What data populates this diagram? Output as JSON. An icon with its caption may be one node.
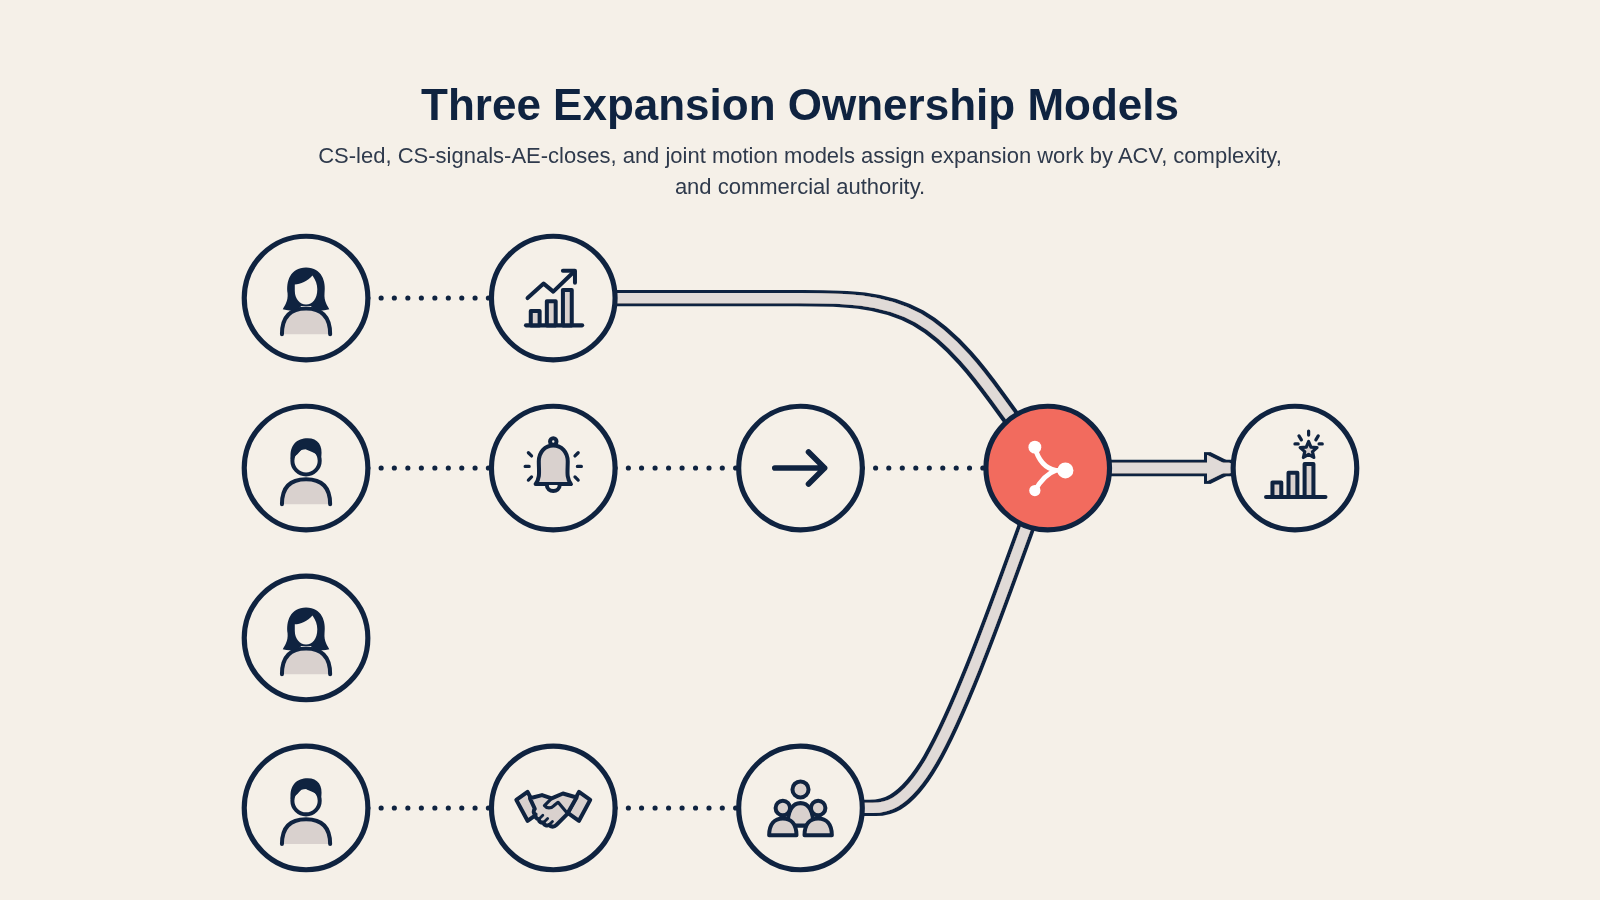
{
  "diagram": {
    "title": "Three Expansion Ownership Models",
    "caption": "CS-led, CS-signals-AE-closes, and joint motion models assign expansion work by ACV, complexity, and commercial authority.",
    "nodes": [
      {
        "text": [],
        "shape": "circle"
      },
      {
        "text": [],
        "shape": "circle"
      },
      {
        "text": [],
        "shape": "circle"
      },
      {
        "text": [],
        "shape": "circle"
      },
      {
        "text": [],
        "shape": "circle"
      },
      {
        "text": [],
        "shape": "circle"
      },
      {
        "text": [],
        "shape": "circle"
      },
      {
        "text": [],
        "shape": "circle"
      },
      {
        "text": [],
        "shape": "circle"
      },
      {
        "text": [],
        "shape": "circle"
      },
      {
        "text": [],
        "shape": "circle"
      }
    ],
    "edges": [
      {
        "from": 0,
        "to": 1,
        "arrow": "none",
        "style": "dashed"
      },
      {
        "from": 1,
        "to": 9,
        "arrow": "none",
        "style": "thick",
        "color": "#e0dad7"
      },
      {
        "from": 2,
        "to": 3,
        "arrow": "none",
        "style": "dashed"
      },
      {
        "from": 3,
        "to": 4,
        "arrow": "none",
        "style": "dashed"
      },
      {
        "from": 4,
        "to": 9,
        "arrow": "none",
        "style": "dashed"
      },
      {
        "from": 6,
        "to": 7,
        "arrow": "none",
        "style": "dashed"
      },
      {
        "from": 7,
        "to": 8,
        "arrow": "none",
        "style": "dashed"
      },
      {
        "from": 8,
        "to": 9,
        "arrow": "none",
        "style": "thick",
        "color": "#e0dad7"
      },
      {
        "from": 9,
        "to": 10,
        "arrow": "to",
        "style": "thick",
        "color": "#e0dad7"
      }
    ]
  }
}
